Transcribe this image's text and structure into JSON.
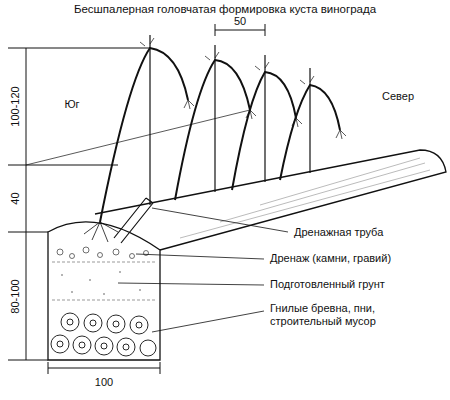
{
  "diagram": {
    "title": "Бесшпалерная головчатая формировка куста винограда",
    "labels": [
      "Юг",
      "Север",
      "50",
      "100-120",
      "40",
      "80-100",
      "100",
      "Дренажная труба",
      "Дренаж (камни, гравий)",
      "Подготовленный грунт",
      "Гнилые бревна, пни, строительный мусор"
    ]
  }
}
